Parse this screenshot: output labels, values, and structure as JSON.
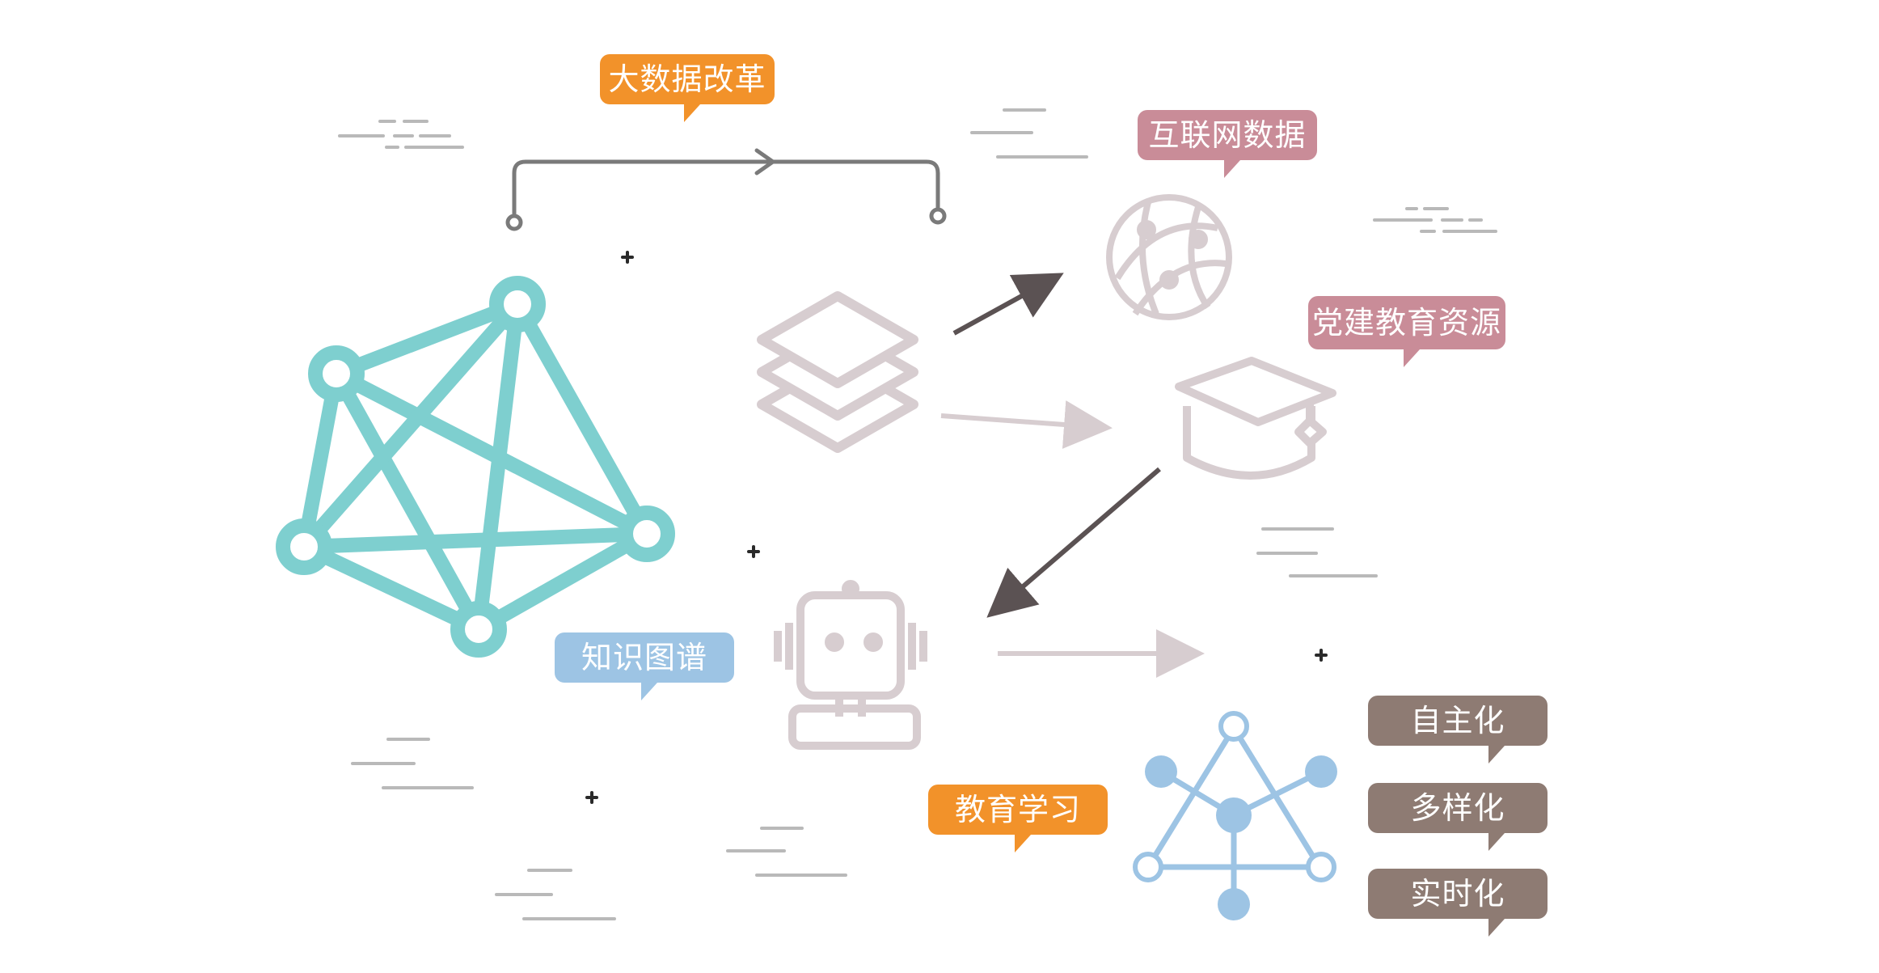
{
  "labels": {
    "big_data_reform": "大数据改革",
    "internet_data": "互联网数据",
    "party_edu_resources": "党建教育资源",
    "knowledge_graph": "知识图谱",
    "education_learning": "教育学习",
    "autonomous": "自主化",
    "diversified": "多样化",
    "realtime": "实时化"
  },
  "colors": {
    "teal": "#7ecfcf",
    "light_blue": "#9dc4e4",
    "mauve_icon": "#d7cdd0",
    "orange": "#f2922a",
    "pink": "#c98c98",
    "brown": "#8e7b73",
    "gray_line": "#b9b9b9",
    "dark_arrow": "#5b5253"
  },
  "icons": [
    "network-graph-icon",
    "layers-stack-icon",
    "globe-network-icon",
    "graduation-cap-icon",
    "robot-icon",
    "triangle-network-icon"
  ]
}
